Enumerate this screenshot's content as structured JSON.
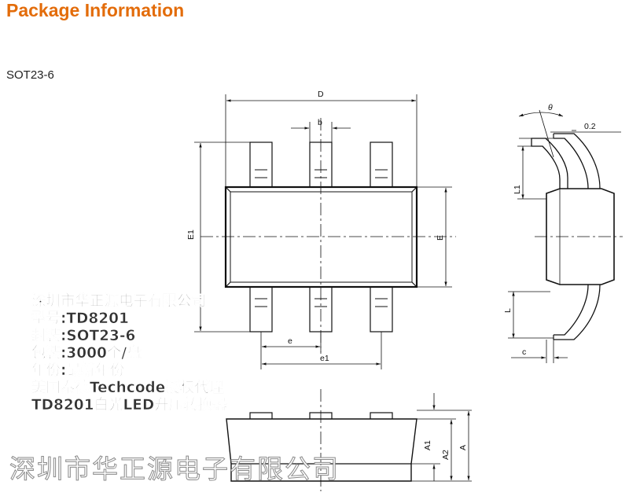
{
  "header": {
    "title": "Package Information",
    "package_name": "SOT23-6"
  },
  "labels": {
    "D": "D",
    "b": "b",
    "E1": "E1",
    "E": "E",
    "e": "e",
    "e1": "e1",
    "theta": "θ",
    "dim02": "0.2",
    "L1": "L1",
    "L": "L",
    "c": "c",
    "A1": "A1",
    "A2": "A2",
    "A": "A"
  },
  "watermark": {
    "lines": [
      "深圳市华正源电子有限公司",
      "型号:TD8201",
      "封装:SOT23-6",
      "包装:3000个/盘",
      "年份:最新年份",
      "美国泰德Techcode授权代理",
      "TD8201白光LED升压转换器"
    ],
    "bottom": "深圳市华正源电子有限公司"
  },
  "colors": {
    "title": "#e36c0a",
    "drawing": "#111111"
  }
}
